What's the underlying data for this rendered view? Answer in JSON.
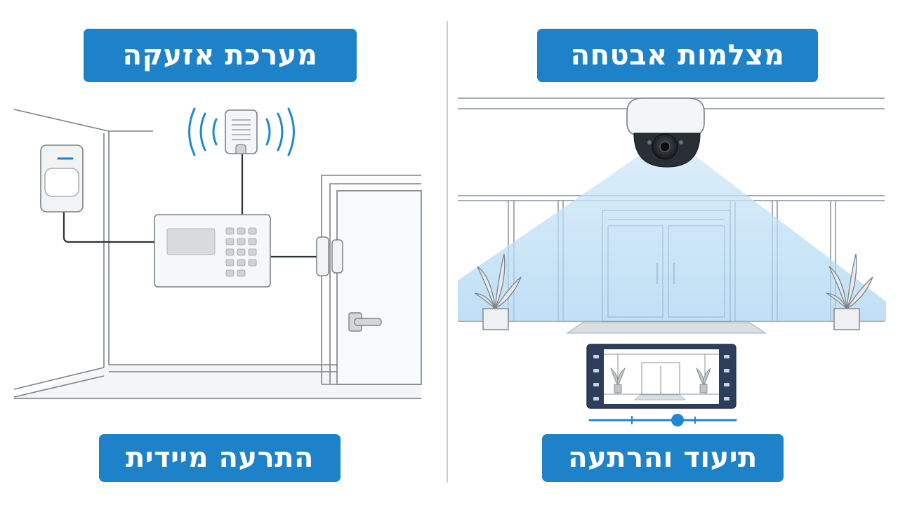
{
  "left_panel": {
    "title": "מערכת אזעקה",
    "caption": "התרעה מיידית"
  },
  "right_panel": {
    "title": "מצלמות אבטחה",
    "caption": "תיעוד והרתעה"
  },
  "colors": {
    "label_bg": "#1e82c8",
    "signal": "#1e88d6",
    "line": "#6b7178",
    "camera_cone": "#a8d4f2"
  },
  "icons": [
    "motion-sensor-icon",
    "wireless-siren-icon",
    "alarm-keypad-icon",
    "door-contact-icon",
    "dome-camera-icon",
    "video-playback-icon"
  ]
}
